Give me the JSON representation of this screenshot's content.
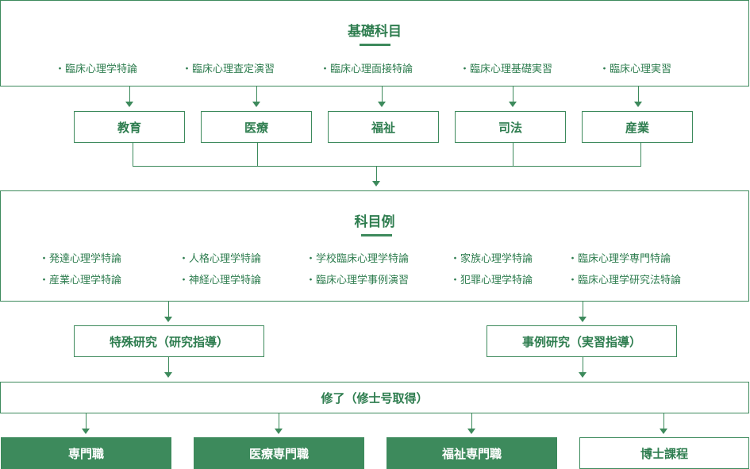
{
  "basic": {
    "title": "基礎科目",
    "items": [
      "臨床心理学特論",
      "臨床心理査定演習",
      "臨床心理面接特論",
      "臨床心理基礎実習",
      "臨床心理実習"
    ]
  },
  "fields": [
    "教育",
    "医療",
    "福祉",
    "司法",
    "産業"
  ],
  "examples": {
    "title": "科目例",
    "col1": [
      "発達心理学特論",
      "産業心理学特論"
    ],
    "col2": [
      "人格心理学特論",
      "神経心理学特論"
    ],
    "col3": [
      "学校臨床心理学特論",
      "臨床心理学事例演習"
    ],
    "col4": [
      "家族心理学特論",
      "犯罪心理学特論"
    ],
    "col5": [
      "臨床心理学専門特論",
      "臨床心理学研究法特論"
    ]
  },
  "research": {
    "special": "特殊研究（研究指導）",
    "case": "事例研究（実習指導）"
  },
  "completion": "修了（修士号取得）",
  "careers": [
    "専門職",
    "医療専門職",
    "福祉専門職",
    "博士課程"
  ],
  "colors": {
    "accent": "#3d8a5c",
    "text": "#2e7d4f"
  }
}
